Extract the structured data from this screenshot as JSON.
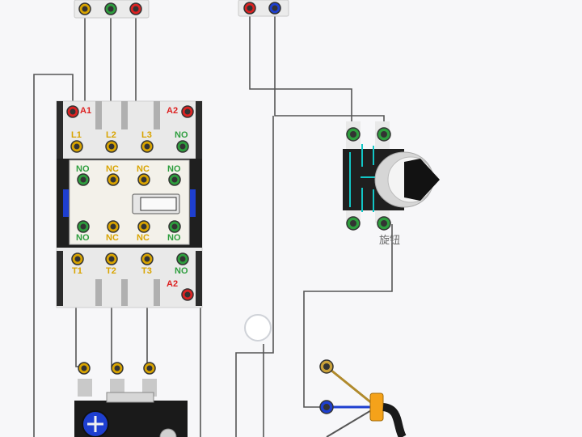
{
  "contactor": {
    "coil_top_a1": "A1",
    "coil_top_a2": "A2",
    "top_terminals": [
      "L1",
      "L2",
      "L3",
      "NO"
    ],
    "aux_top": [
      "NO",
      "NC",
      "NC",
      "NO"
    ],
    "aux_bottom": [
      "NO",
      "NC",
      "NC",
      "NO"
    ],
    "bottom_terminals": [
      "T1",
      "T2",
      "T3",
      "NO"
    ],
    "coil_bottom_a2": "A2"
  },
  "selector_switch": {
    "label": "旋钮"
  },
  "colors": {
    "wire": "#555555",
    "terminal_green": "#2e9e3e",
    "terminal_yellow": "#d9a400",
    "terminal_red": "#d22222",
    "contact_cyan": "#12c6c6",
    "lamp_blue": "#1e3fd0",
    "lamp_orange": "#f5a21a"
  }
}
